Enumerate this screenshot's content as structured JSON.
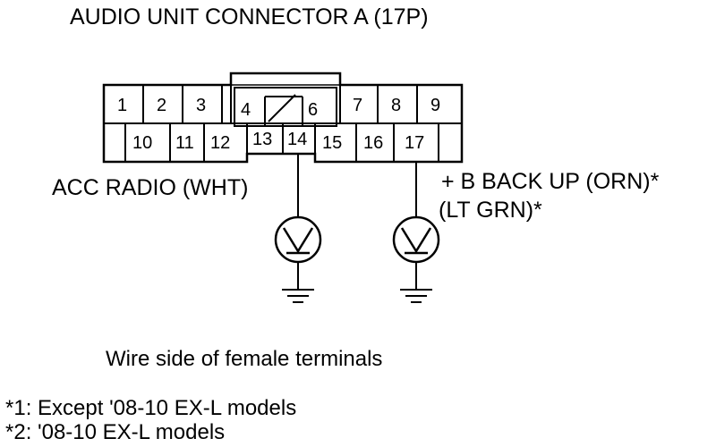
{
  "title": "AUDIO UNIT CONNECTOR A (17P)",
  "connector": {
    "pins_row1": [
      "1",
      "2",
      "3",
      "4",
      "6",
      "7",
      "8",
      "9"
    ],
    "pins_row2": [
      "10",
      "11",
      "12",
      "13",
      "14",
      "15",
      "16",
      "17"
    ]
  },
  "labels": {
    "left_wire": "ACC RADIO (WHT)",
    "right_wire_line1": "+ B BACK UP (ORN)*",
    "right_wire_line2": "(LT GRN)*"
  },
  "caption": "Wire side of female terminals",
  "notes": [
    "*1: Except '08-10 EX-L models",
    "*2: '08-10 EX-L models"
  ],
  "icons": [
    "voltmeter-icon",
    "ground-icon"
  ]
}
